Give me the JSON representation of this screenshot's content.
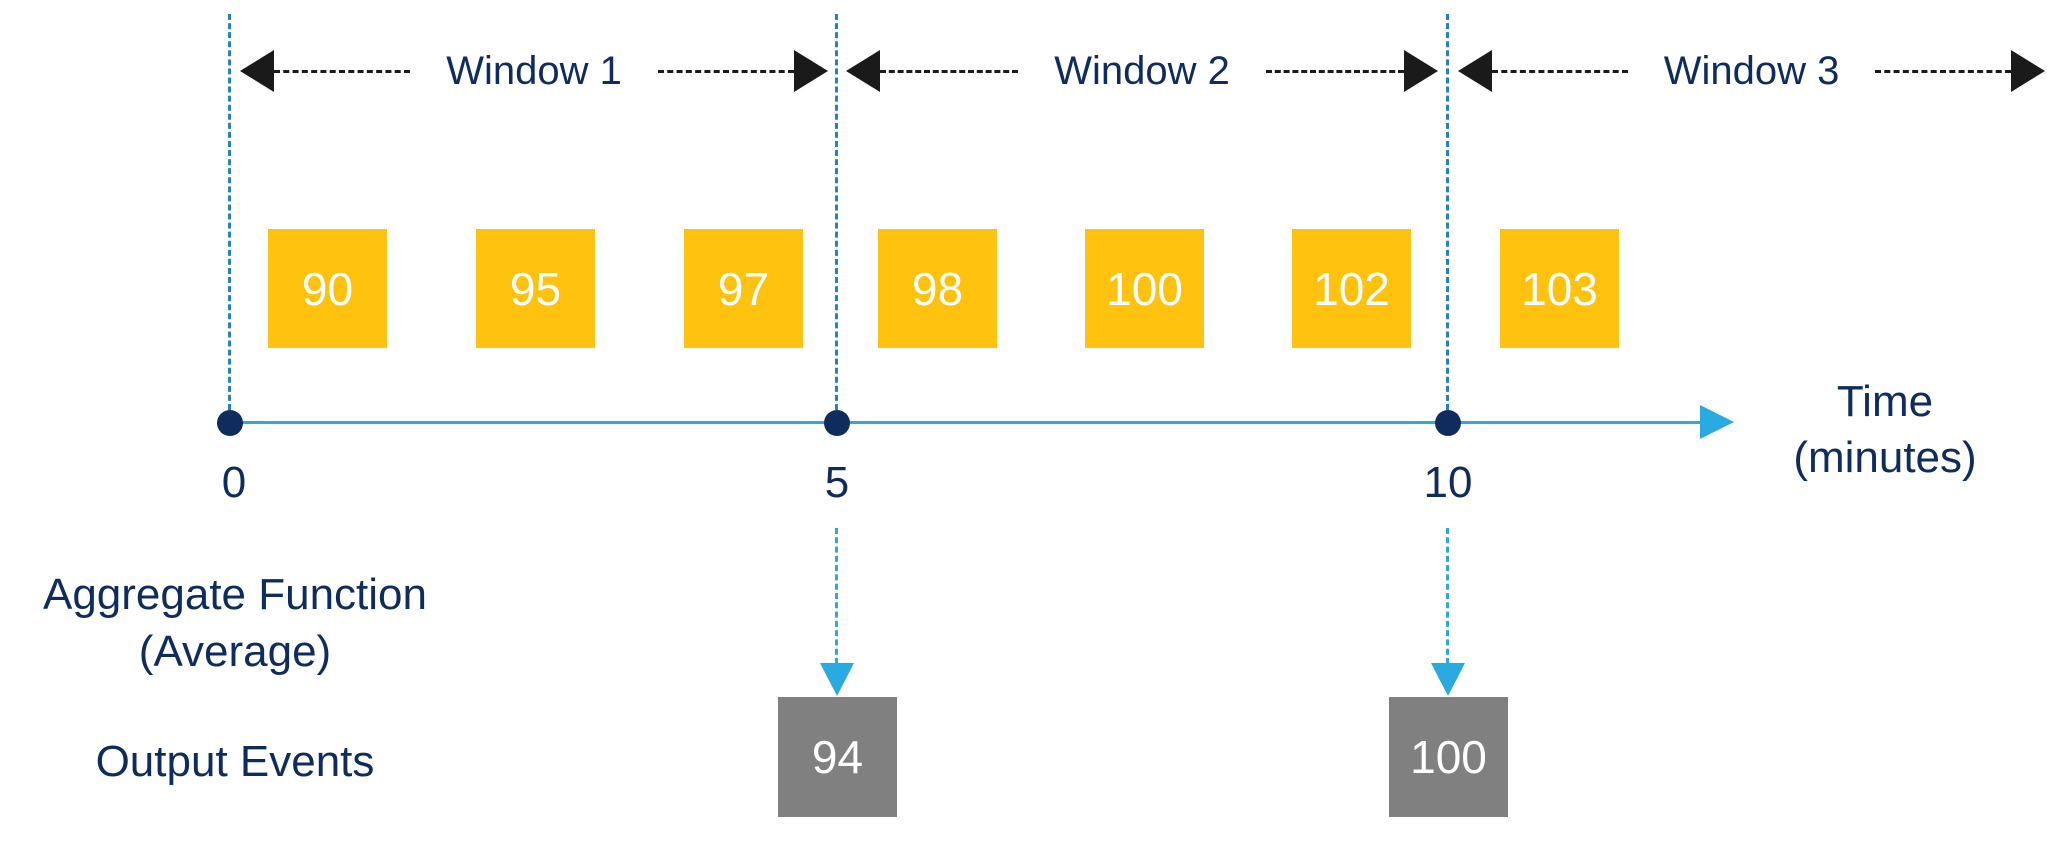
{
  "windows": [
    {
      "label": "Window 1"
    },
    {
      "label": "Window 2"
    },
    {
      "label": "Window 3"
    }
  ],
  "input_events": [
    {
      "value": "90"
    },
    {
      "value": "95"
    },
    {
      "value": "97"
    },
    {
      "value": "98"
    },
    {
      "value": "100"
    },
    {
      "value": "102"
    },
    {
      "value": "103"
    }
  ],
  "timeline": {
    "ticks": [
      {
        "label": "0"
      },
      {
        "label": "5"
      },
      {
        "label": "10"
      }
    ],
    "axis_label": {
      "line1": "Time",
      "line2": "(minutes)"
    }
  },
  "aggregate_label": {
    "line1": "Aggregate Function",
    "line2": "(Average)"
  },
  "output_events_label": "Output Events",
  "output_events": [
    {
      "value": "94"
    },
    {
      "value": "100"
    }
  ],
  "colors": {
    "input_event_box": "#FFC20E",
    "output_event_box": "#808080",
    "box_text": "#FFFFFF",
    "text_navy": "#0E2D5E",
    "timeline_cyan": "#29ABE2",
    "guide_line_blue": "#2583C5",
    "window_arrow_black": "#1A1A1A"
  }
}
